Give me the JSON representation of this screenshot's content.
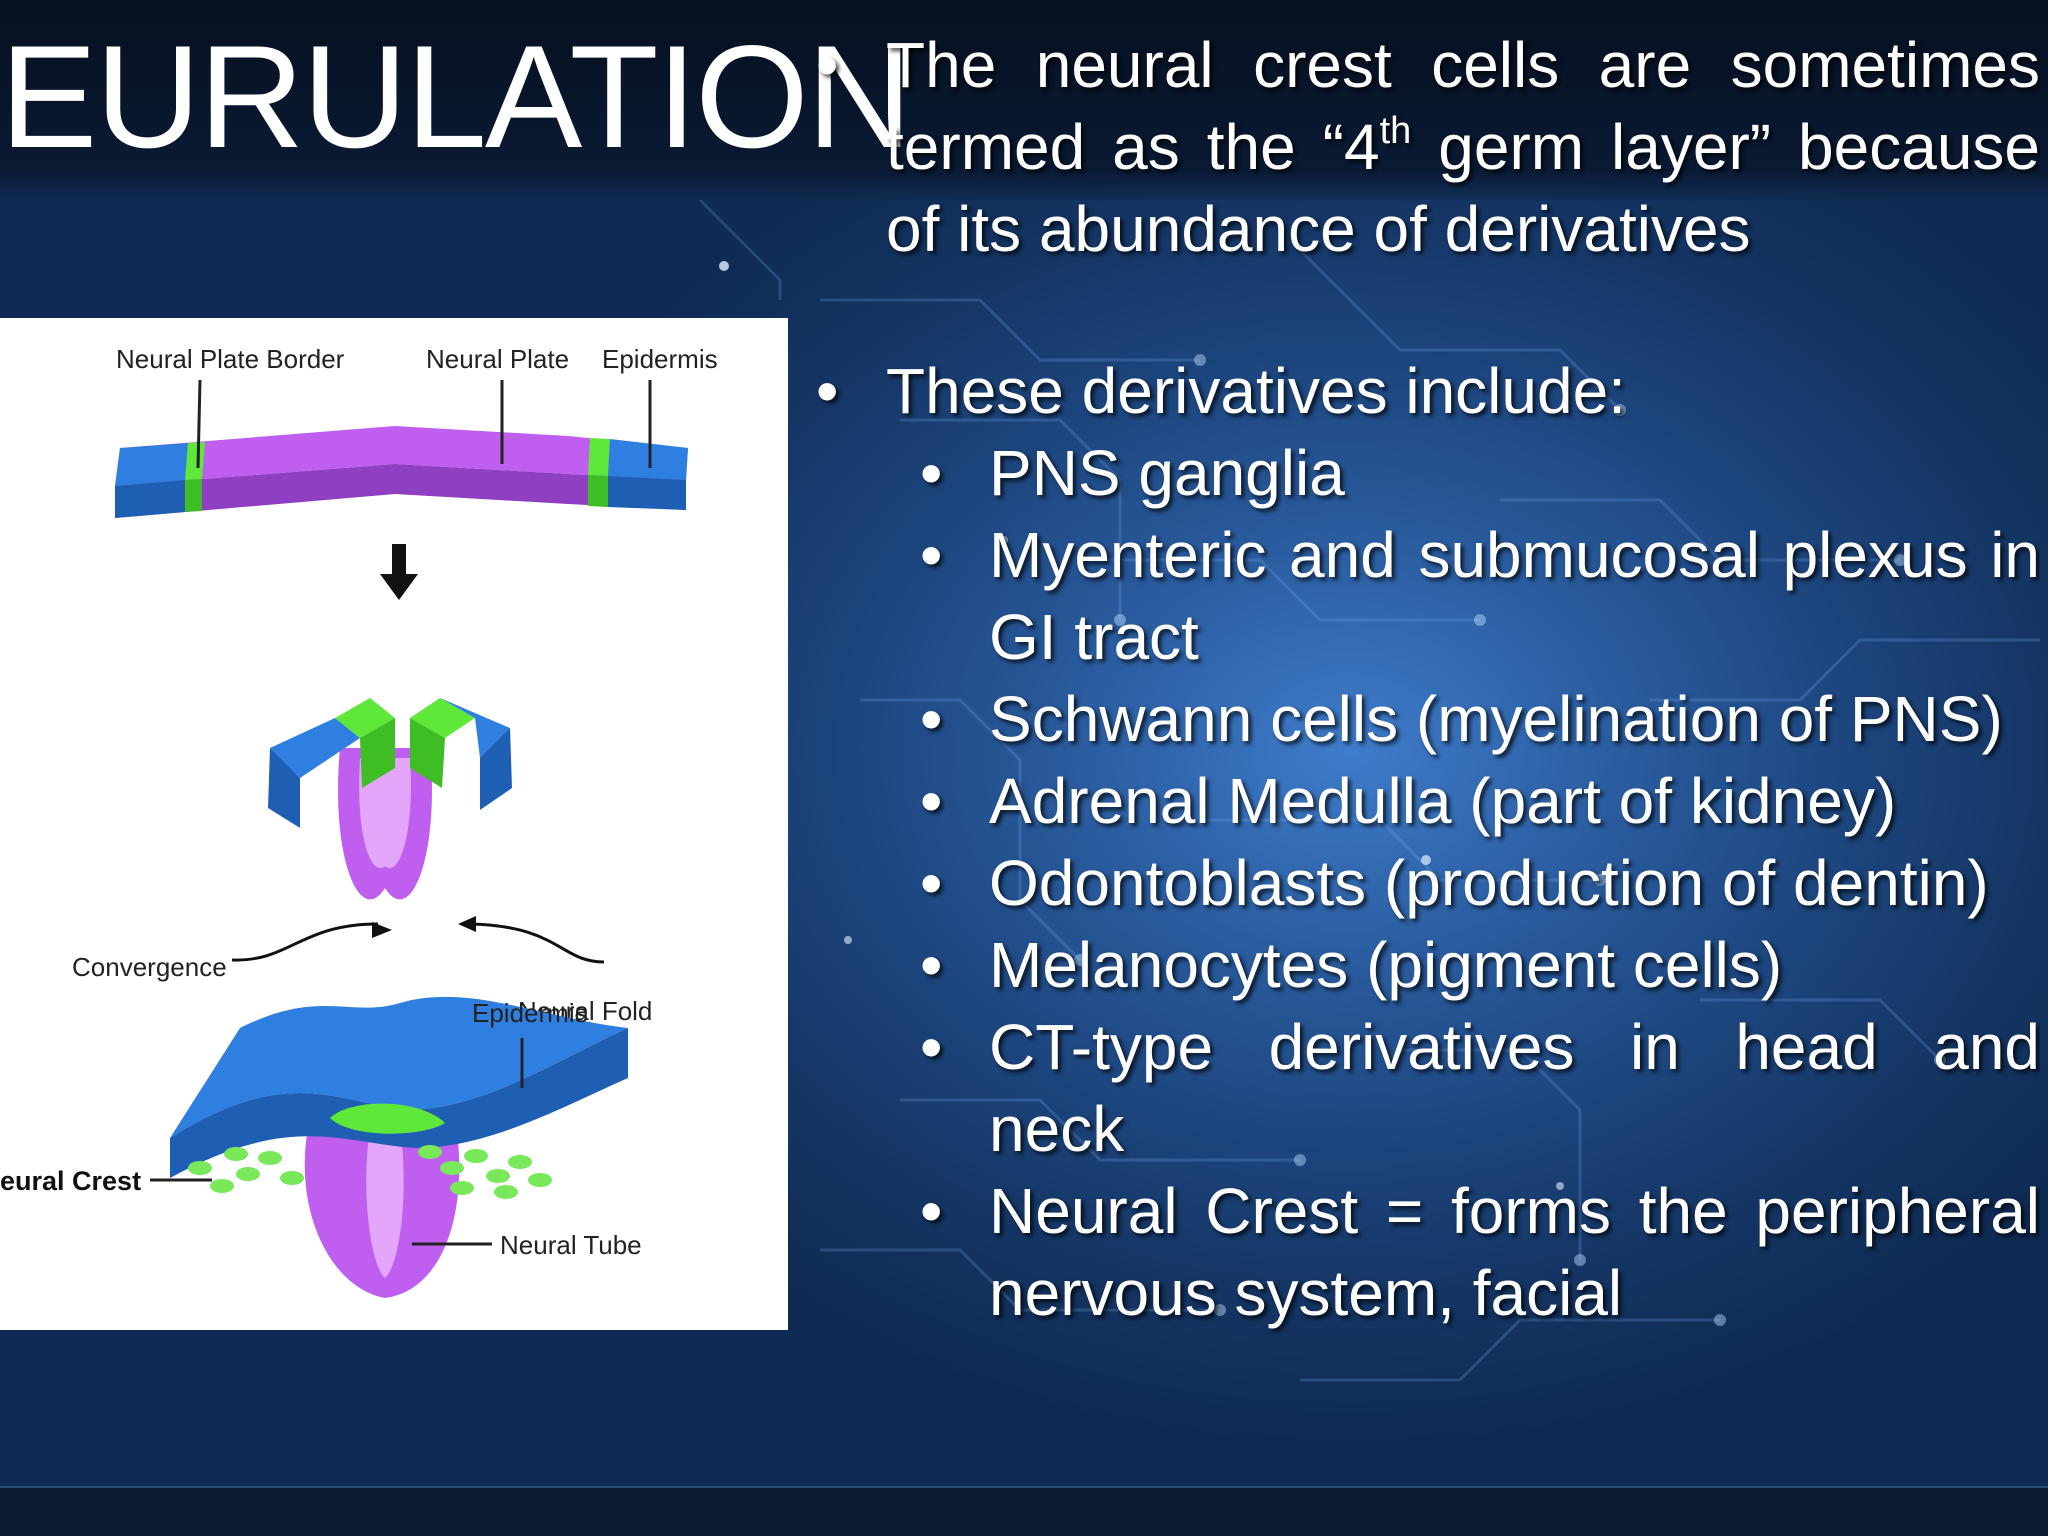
{
  "slide": {
    "title": "EURULATION",
    "bullet_glyph": "•",
    "intro": {
      "pre": "The neural crest cells are sometimes termed as the “4",
      "sup": "th",
      "post": " germ layer” because of its abundance of derivatives"
    },
    "list_heading": "These derivatives include:",
    "items": [
      "PNS ganglia",
      "Myenteric and submucosal plexus in GI tract",
      "Schwann cells (myelination of PNS)",
      "Adrenal Medulla (part of kidney)",
      "Odontoblasts (production of dentin)",
      "Melanocytes (pigment cells)",
      "CT-type derivatives in head and neck",
      "Neural Crest = forms the peripheral nervous system, facial"
    ]
  },
  "figure": {
    "labels": {
      "neural_plate_border": "Neural Plate Border",
      "neural_plate": "Neural Plate",
      "epidermis_top": "Epidermis",
      "convergence": "Convergence",
      "neural_fold": "Neural Fold",
      "epidermis_bottom": "Epidermis",
      "neural_crest": "eural Crest",
      "neural_tube": "Neural Tube"
    },
    "colors": {
      "epidermis": "#2f7fe0",
      "neural_plate": "#c05ef0",
      "neural_plate_dark": "#8f3fc2",
      "border": "#5fe83a",
      "crest_cells": "#79e85a",
      "arrow": "#111111"
    }
  },
  "theme": {
    "background": "#1d467f",
    "text": "#ffffff"
  }
}
